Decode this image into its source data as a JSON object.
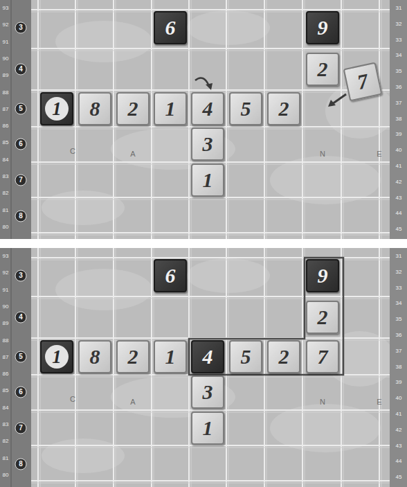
{
  "diagram": {
    "nodes": [
      {
        "text": [
          "6"
        ]
      },
      {
        "text": [
          "9"
        ]
      },
      {
        "text": [
          "2"
        ]
      },
      {
        "text": [
          "7"
        ]
      },
      {
        "text": [
          "1"
        ]
      },
      {
        "text": [
          "8"
        ]
      },
      {
        "text": [
          "2"
        ]
      },
      {
        "text": [
          "1"
        ]
      },
      {
        "text": [
          "4"
        ]
      },
      {
        "text": [
          "5"
        ]
      },
      {
        "text": [
          "2"
        ]
      },
      {
        "text": [
          "3"
        ]
      },
      {
        "text": [
          "1"
        ]
      },
      {
        "text": [
          "6"
        ]
      },
      {
        "text": [
          "9"
        ]
      },
      {
        "text": [
          "2"
        ]
      },
      {
        "text": [
          "1"
        ]
      },
      {
        "text": [
          "8"
        ]
      },
      {
        "text": [
          "2"
        ]
      },
      {
        "text": [
          "1"
        ]
      },
      {
        "text": [
          "4"
        ]
      },
      {
        "text": [
          "5"
        ]
      },
      {
        "text": [
          "2"
        ]
      },
      {
        "text": [
          "7"
        ]
      },
      {
        "text": [
          "3"
        ]
      },
      {
        "text": [
          "1"
        ]
      }
    ],
    "labels": [
      "93",
      "92",
      "91",
      "90",
      "89",
      "88",
      "87",
      "86",
      "85",
      "84",
      "83",
      "82",
      "81",
      "80",
      "3",
      "4",
      "5",
      "6",
      "7",
      "8",
      "31",
      "32",
      "33",
      "34",
      "35",
      "36",
      "37",
      "38",
      "39",
      "40",
      "41",
      "42",
      "43",
      "44",
      "45",
      "C",
      "A",
      "N",
      "E",
      "93",
      "92",
      "91",
      "90",
      "89",
      "88",
      "87",
      "86",
      "85",
      "84",
      "83",
      "82",
      "81",
      "80",
      "3",
      "4",
      "5",
      "6",
      "7",
      "8",
      "31",
      "32",
      "33",
      "34",
      "35",
      "36",
      "37",
      "38",
      "39",
      "40",
      "41",
      "42",
      "43",
      "44",
      "45",
      "C",
      "A",
      "N",
      "E"
    ]
  }
}
